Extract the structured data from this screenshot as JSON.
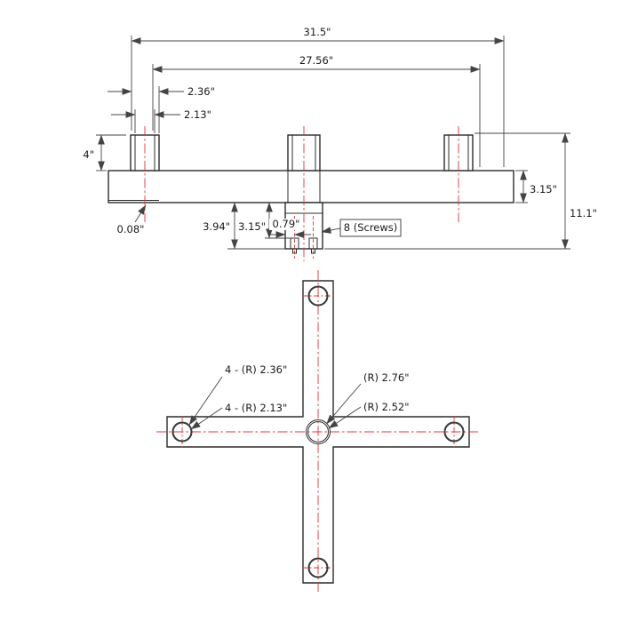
{
  "colors": {
    "outline": "#2c2c2c",
    "dimension": "#444444",
    "centerline": "#e03434",
    "background": "#ffffff"
  },
  "front": {
    "d_overall_width": "31.5\"",
    "d_inner_width": "27.56\"",
    "d_post_outer": "2.36\"",
    "d_post_inner": "2.13\"",
    "d_post_height": "4\"",
    "d_bar_height": "3.15\"",
    "d_overall_height": "11.1\"",
    "d_lip": "0.08\"",
    "d_block_depth": "3.94\"",
    "d_screw_depth": "3.15\"",
    "d_screw_inset": "0.79\"",
    "screws_note": "8 (Screws)"
  },
  "plan": {
    "holes_outer": "4 - (R) 2.36\"",
    "holes_inner": "4 - (R) 2.13\"",
    "center_outer": "(R) 2.76\"",
    "center_inner": "(R) 2.52\""
  }
}
